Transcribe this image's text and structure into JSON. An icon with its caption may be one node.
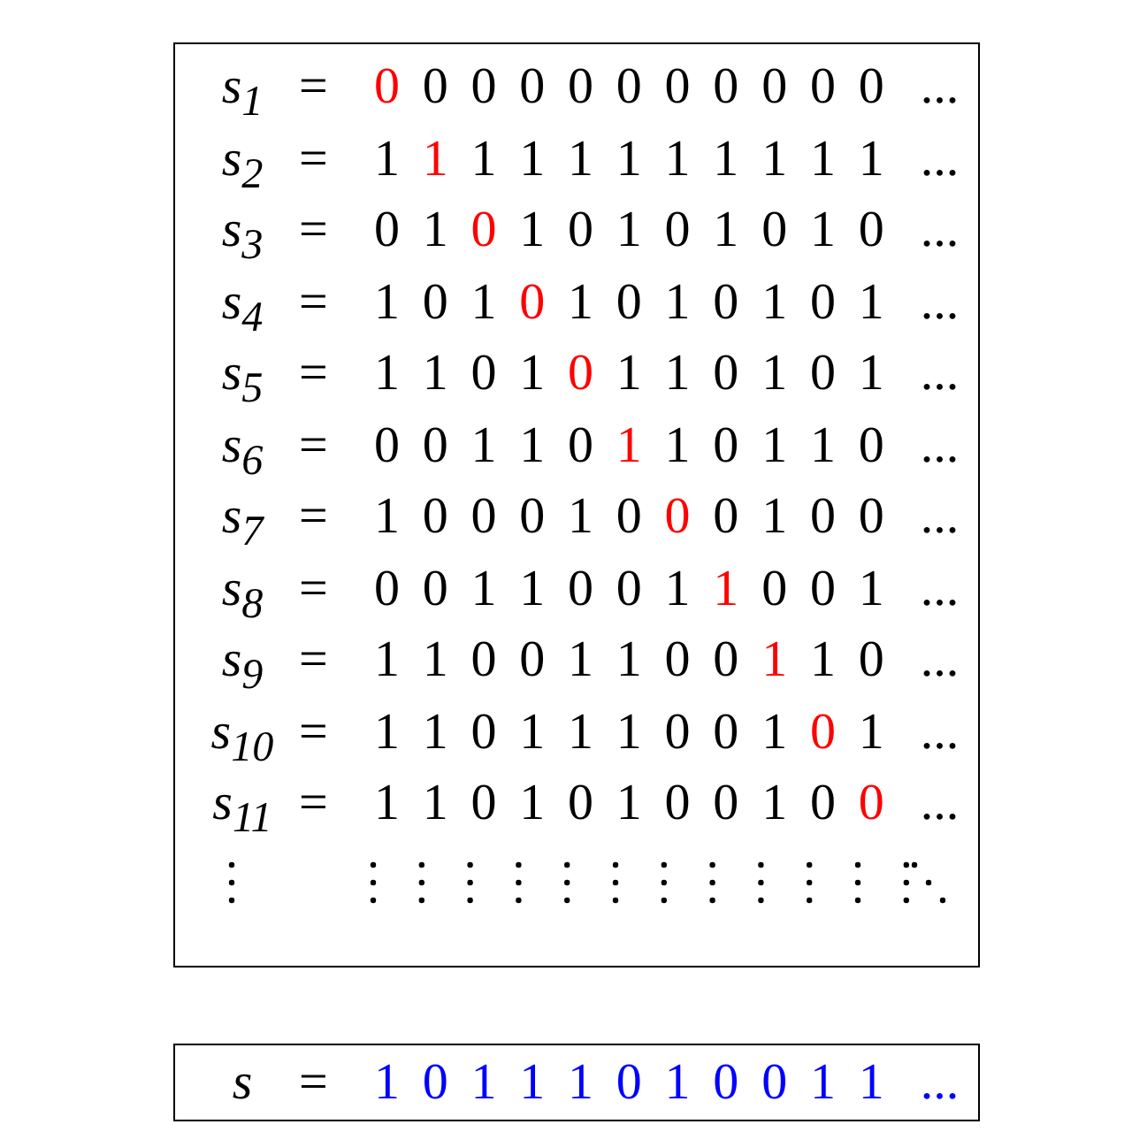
{
  "diagram": {
    "nodes": [
      {
        "text": [
          "s$_{1}$ = 0 0 0 0 0 0 0 0 0 0 0 ...",
          "s$_{2}$ = 1 1 1 1 1 1 1 1 1 1 1 ...",
          "s$_{3}$ = 0 1 0 1 0 1 0 1 0 1 0 ...",
          "s$_{4}$ = 1 0 1 0 1 0 1 0 1 0 1 ...",
          "s$_{5}$ = 1 1 0 1 0 1 1 0 1 0 1 ...",
          "s$_{6}$ = 0 0 1 1 0 1 1 0 1 1 0 ...",
          "s$_{7}$ = 1 0 0 0 1 0 0 0 1 0 0 ...",
          "s$_{8}$ = 0 0 1 1 0 0 1 1 0 0 1 ...",
          "s$_{9}$ = 1 1 0 0 1 1 0 0 1 1 0 ...",
          "s$_{10}$ = 1 1 0 1 1 1 0 0 1 0 1 ...",
          "s$_{11}$ = 1 1 0 1 0 1 0 0 1 0 0 ..."
        ]
      },
      {
        "text": [
          "s = 1 0 1 1 1 0 1 0 0 1 1 ..."
        ]
      }
    ]
  }
}
